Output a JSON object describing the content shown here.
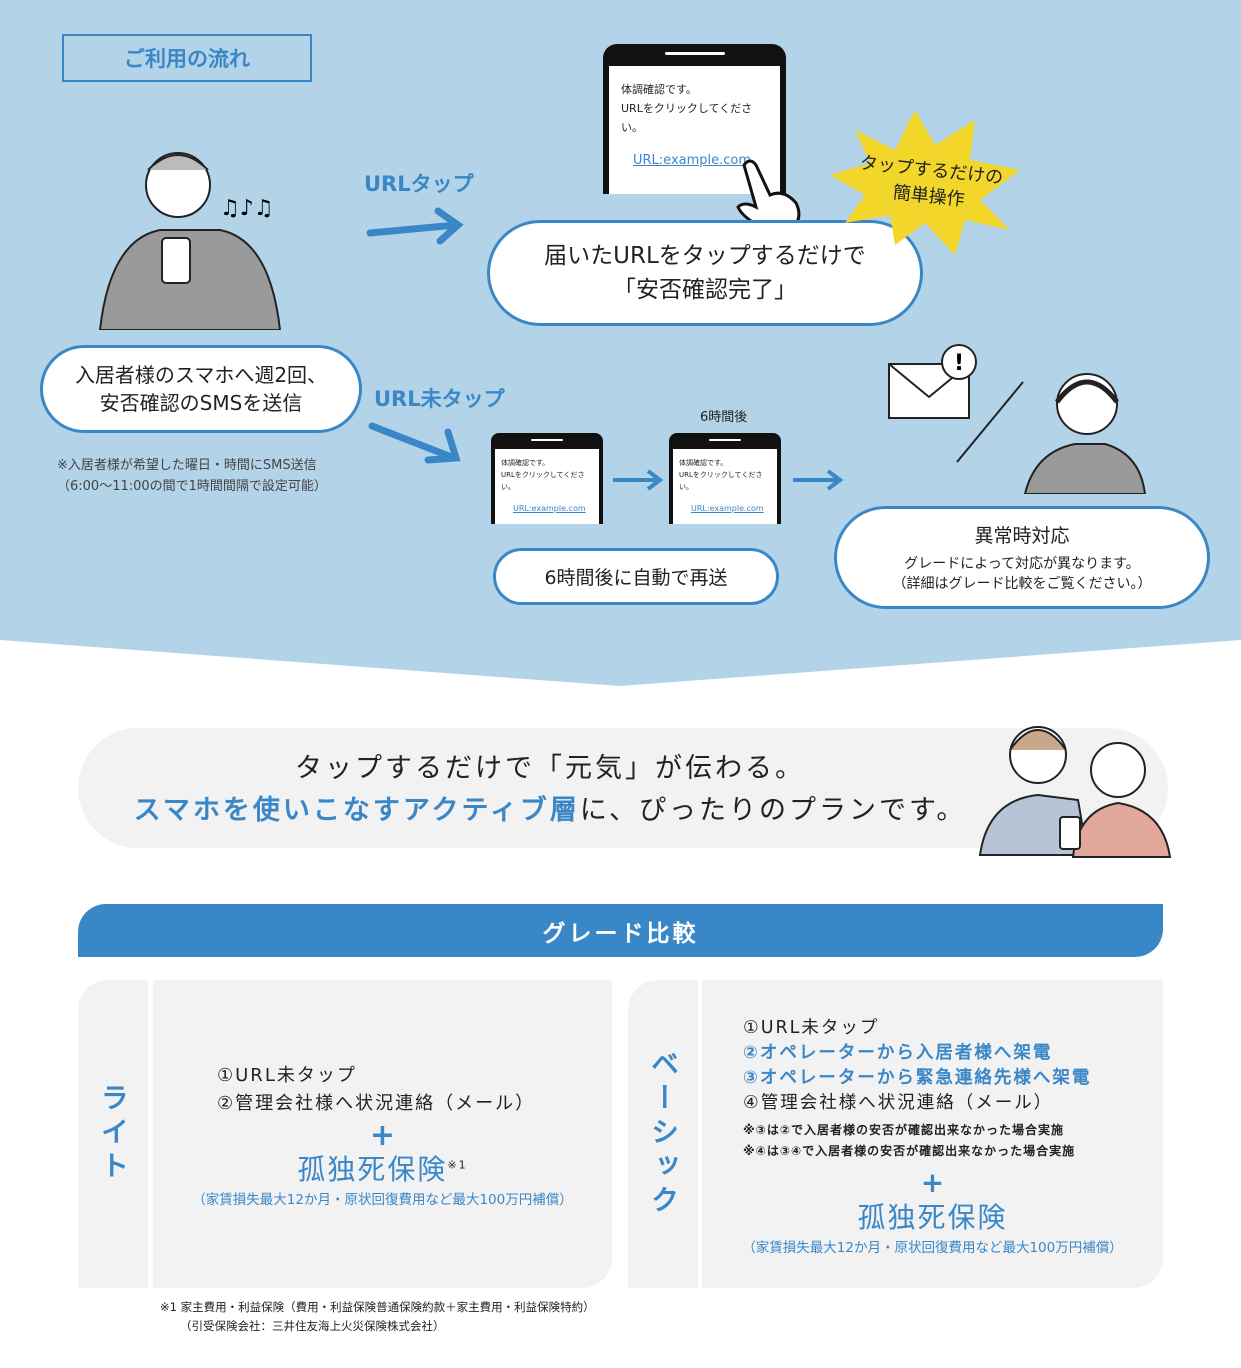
{
  "flow": {
    "title": "ご利用の流れ",
    "sms_send": {
      "line1": "入居者様のスマホへ週2回、",
      "line2": "安否確認のSMSを送信"
    },
    "note": {
      "line1": "※入居者様が希望した曜日・時間にSMS送信",
      "line2": "（6:00〜11:00の間で1時間間隔で設定可能）"
    },
    "tap_label": "URLタップ",
    "no_tap_label": "URL未タップ",
    "phone": {
      "line1": "体調確認です。",
      "line2": "URLをクリックしてください。",
      "url": "URL:example.com"
    },
    "tap_result": {
      "line1": "届いたURLをタップするだけで",
      "line2": "「安否確認完了」"
    },
    "burst": {
      "line1": "タップするだけの",
      "line2": "簡単操作"
    },
    "six_hours": "6時間後",
    "resend": "6時間後に自動で再送",
    "abnormal": {
      "title": "異常時対応",
      "line1": "グレードによって対応が異なります。",
      "line2": "（詳細はグレード比較をご覧ください。）"
    }
  },
  "tagline": {
    "line1": "タップするだけで「元気」が伝わる。",
    "line2_blue": "スマホを使いこなすアクティブ層",
    "line2_rest": "に、ぴったりのプランです。"
  },
  "grade": {
    "title": "グレード比較",
    "lite": {
      "label": "ライト",
      "items": [
        "①URL未タップ",
        "②管理会社様へ状況連絡（メール）"
      ],
      "plus": "+",
      "insurance": "孤独死保険",
      "ref": "※1",
      "detail": "（家賃損失最大12か月・原状回復費用など最大100万円補償）"
    },
    "basic": {
      "label": "ベーシック",
      "items": [
        "①URL未タップ",
        "②オペレーターから入居者様へ架電",
        "③オペレーターから緊急連絡先様へ架電",
        "④管理会社様へ状況連絡（メール）"
      ],
      "notes": [
        "※③は②で入居者様の安否が確認出来なかった場合実施",
        "※④は③④で入居者様の安否が確認出来なかった場合実施"
      ],
      "plus": "+",
      "insurance": "孤独死保険",
      "detail": "（家賃損失最大12か月・原状回復費用など最大100万円補償）"
    },
    "footnote": {
      "line1": "※1 家主費用・利益保険（費用・利益保険普通保険約款＋家主費用・利益保険特約）",
      "line2": "（引受保険会社：三井住友海上火災保険株式会社）"
    }
  },
  "colors": {
    "accent": "#3a87c8",
    "bg": "#b3d3e8",
    "burst": "#f3d62a"
  }
}
